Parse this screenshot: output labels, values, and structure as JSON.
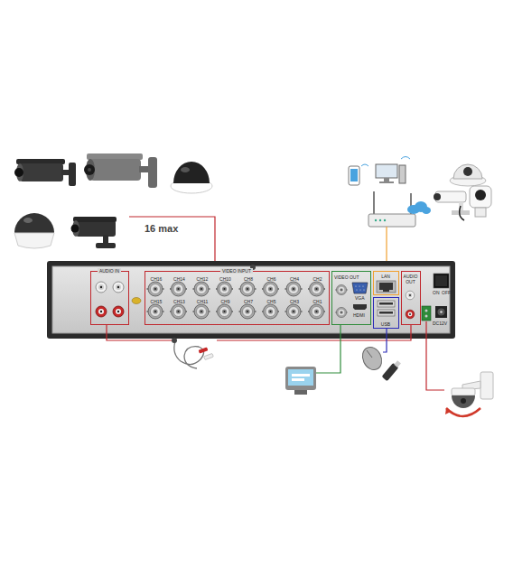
{
  "diagram": {
    "nodes": [
      {
        "text": [
          "AUDIO IN"
        ]
      },
      {
        "text": [
          "VIDEO INPUT",
          "CH16",
          "CH14",
          "CH12",
          "CH10",
          "CH8",
          "CH6",
          "CH4",
          "CH2",
          "CH15",
          "CH13",
          "CH11",
          "CH9",
          "CH7",
          "CH5",
          "CH3",
          "CH1"
        ]
      },
      {
        "text": [
          "VIDEO OUT",
          "VGA",
          "HDMI"
        ]
      },
      {
        "text": [
          "LAN"
        ]
      },
      {
        "text": [
          "USB"
        ]
      },
      {
        "text": [
          "AUDIO OUT"
        ]
      }
    ],
    "labels": [
      "16 max",
      "ON",
      "OFF",
      "DC12V"
    ]
  }
}
